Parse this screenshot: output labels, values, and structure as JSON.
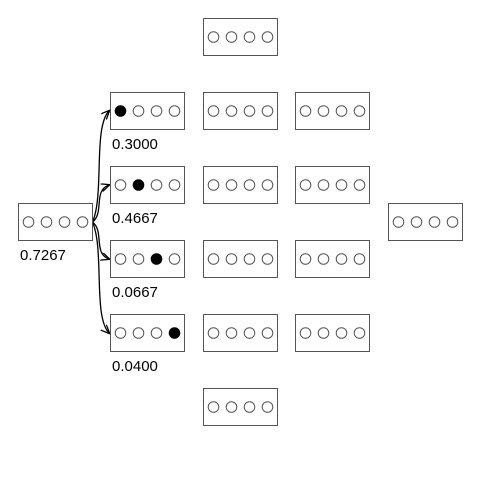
{
  "nodes": [
    {
      "id": "root",
      "filled": null,
      "label": "0.7267"
    },
    {
      "id": "l1-a",
      "filled": 0,
      "label": "0.3000"
    },
    {
      "id": "l1-b",
      "filled": 1,
      "label": "0.4667"
    },
    {
      "id": "l1-c",
      "filled": 2,
      "label": "0.0667"
    },
    {
      "id": "l1-d",
      "filled": 3,
      "label": "0.0400"
    },
    {
      "id": "l2-top",
      "filled": null,
      "label": ""
    },
    {
      "id": "l2-a",
      "filled": null,
      "label": ""
    },
    {
      "id": "l2-b",
      "filled": null,
      "label": ""
    },
    {
      "id": "l2-c",
      "filled": null,
      "label": ""
    },
    {
      "id": "l2-d",
      "filled": null,
      "label": ""
    },
    {
      "id": "l2-bottom",
      "filled": null,
      "label": ""
    },
    {
      "id": "l3-a",
      "filled": null,
      "label": ""
    },
    {
      "id": "l3-b",
      "filled": null,
      "label": ""
    },
    {
      "id": "l3-c",
      "filled": null,
      "label": ""
    },
    {
      "id": "l3-d",
      "filled": null,
      "label": ""
    },
    {
      "id": "leaf",
      "filled": null,
      "label": ""
    }
  ],
  "edges": [
    {
      "from": "root",
      "to": "l1-a"
    },
    {
      "from": "root",
      "to": "l1-b"
    },
    {
      "from": "root",
      "to": "l1-c"
    },
    {
      "from": "root",
      "to": "l1-d"
    }
  ],
  "colors": {
    "box_stroke": "#555555",
    "filled_dot": "#000000",
    "edge": "#000000"
  }
}
